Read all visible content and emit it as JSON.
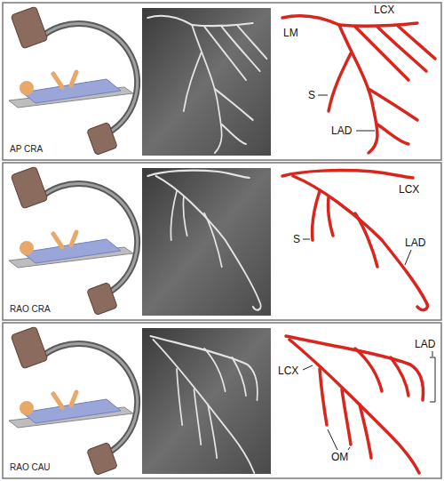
{
  "diagram": {
    "labels": [
      "LM",
      "LCX",
      "S",
      "LAD",
      "AP CRA",
      "LCX",
      "S",
      "LAD",
      "RAO CRA",
      "LCX",
      "LAD",
      "OM",
      "RAO CAU"
    ]
  }
}
